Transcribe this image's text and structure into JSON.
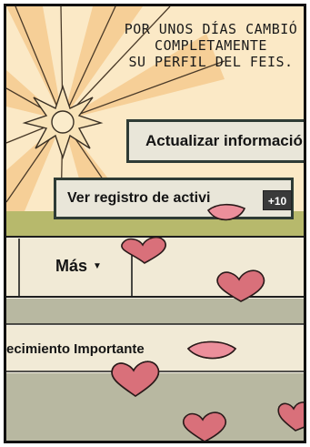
{
  "caption": {
    "line1": "Por unos días cambió",
    "line2": "completamente",
    "line3": "su perfil del feis."
  },
  "buttons": {
    "actualizar": "Actualizar informació",
    "registro": "Ver registro de activi",
    "registro_badge": "+10",
    "mas": "Más",
    "mas_caret": "▼"
  },
  "timeline": {
    "acontecimiento": "ecimiento Importante"
  },
  "colors": {
    "sun_ray": "#f7d7a8",
    "sky": "#fbe9c6",
    "grass": "#b6b86a",
    "gray_band": "#b7b7a0",
    "cream": "#f1ead6",
    "heart": "#d96c77",
    "outline": "#1e1e1e"
  }
}
